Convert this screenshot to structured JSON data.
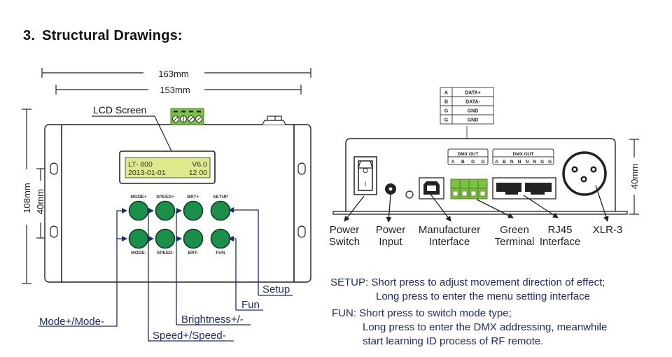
{
  "heading": {
    "number": "3.",
    "title": "Structural Drawings:"
  },
  "front_view": {
    "dimensions": {
      "width_outer": "163mm",
      "width_inner": "153mm",
      "height_outer": "108mm",
      "height_inner": "40mm"
    },
    "lcd": {
      "label": "LCD Screen",
      "line1_left": "LT- 800",
      "line1_right": "V6.0",
      "line2_left": "2013-01-01",
      "line2_right": "12 00",
      "color": "#dfe88a"
    },
    "buttons": [
      {
        "id": "mode-plus",
        "label": "MODE+"
      },
      {
        "id": "speed-plus",
        "label": "SPEED+"
      },
      {
        "id": "brt-plus",
        "label": "BRT+"
      },
      {
        "id": "setup",
        "label": "SETUP"
      },
      {
        "id": "mode-minus",
        "label": "MODE-"
      },
      {
        "id": "speed-minus",
        "label": "SPEED-"
      },
      {
        "id": "brt-minus",
        "label": "BRT-"
      },
      {
        "id": "fun",
        "label": "FUN"
      }
    ],
    "callouts": {
      "mode": "Mode+/Mode-",
      "speed": "Speed+/Speed-",
      "brightness": "Brightness+/-",
      "fun": "Fun",
      "setup": "Setup"
    },
    "button_color": "#1a8f4a",
    "callout_color": "#1f2a78",
    "terminal_color": "#7cc242"
  },
  "rear_view": {
    "dimension": "40mm",
    "pinout_table": [
      {
        "pin": "A",
        "signal": "DATA+"
      },
      {
        "pin": "B",
        "signal": "DATA-"
      },
      {
        "pin": "G",
        "signal": "GND"
      },
      {
        "pin": "G",
        "signal": "GND"
      }
    ],
    "dmx_out_green": {
      "title": "DMX OUT",
      "pins": [
        "A",
        "B",
        "G",
        "G"
      ]
    },
    "dmx_out_rj45": {
      "title": "DMX OUT",
      "pins": [
        "A",
        "B",
        "N",
        "N",
        "N",
        "N",
        "G",
        "G"
      ]
    },
    "switch_glyphs": {
      "off": "O",
      "on": "I"
    },
    "labels": [
      {
        "id": "power-switch",
        "line1": "Power",
        "line2": "Switch"
      },
      {
        "id": "power-input",
        "line1": "Power",
        "line2": "Input"
      },
      {
        "id": "manufacturer-interface",
        "line1": "Manufacturer",
        "line2": "Interface"
      },
      {
        "id": "green-terminal",
        "line1": "Green",
        "line2": "Terminal"
      },
      {
        "id": "rj45-interface",
        "line1": "RJ45",
        "line2": "Interface"
      },
      {
        "id": "xlr-3",
        "line1": "XLR-3",
        "line2": ""
      }
    ]
  },
  "descriptions": {
    "setup": {
      "key": "SETUP:",
      "line1": "Short press to adjust movement direction of effect;",
      "line2": "Long press to enter the menu setting interface"
    },
    "fun": {
      "key": "FUN:",
      "line1": "Short press to switch mode type;",
      "line2": "Long press to enter the DMX addressing, meanwhile",
      "line3": "start learning ID process of RF remote."
    }
  }
}
